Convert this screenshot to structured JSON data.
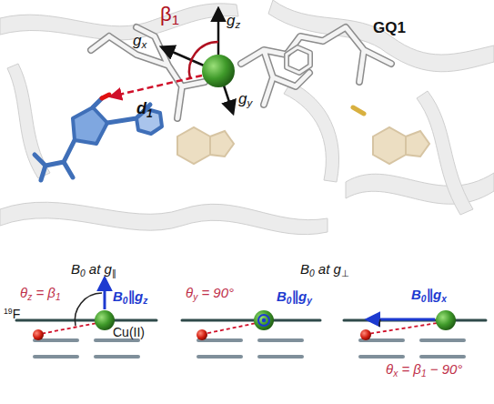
{
  "diagram": {
    "labels": [
      "β1",
      "gz",
      "gx",
      "gy",
      "GQ1",
      "d1",
      "B0 at g∥",
      "B0 at g⊥",
      "θz = β1",
      "B0∥gz",
      "19F",
      "Cu(II)",
      "θy = 90°",
      "B0∥gy",
      "B0∥gx",
      "θx = β1 − 90°"
    ]
  }
}
